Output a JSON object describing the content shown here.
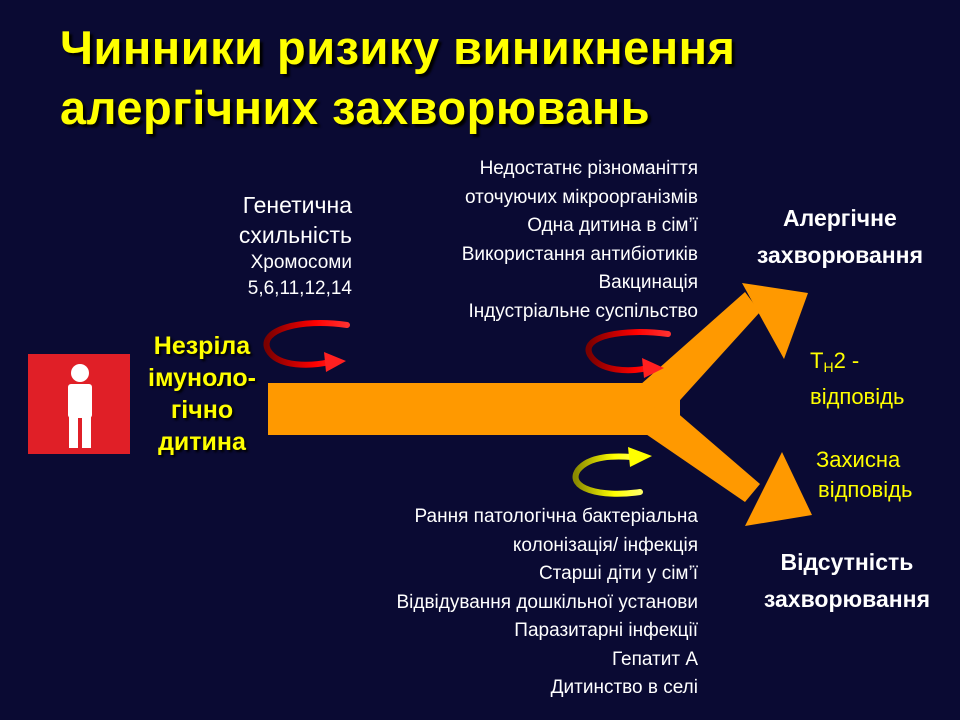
{
  "title": {
    "line1": "Чинники ризику виникнення",
    "line2": "алергічних захворювань"
  },
  "genetic": {
    "line1": "Генетична",
    "line2": "схильність",
    "line3": "Хромосоми",
    "line4": "5,6,11,12,14"
  },
  "child_label": [
    "Незріла",
    "імуноло-",
    "гічно",
    "дитина"
  ],
  "environment_top": [
    "Недостатнє різноманіття",
    "оточуючих мікроорганізмів",
    "Одна дитина в сім’ї",
    "Використання антибіотиків",
    "Вакцинація",
    "Індустріальне суспільство"
  ],
  "environment_bottom": [
    "Рання патологічна бактеріальна",
    "колонізація/ інфекція",
    "Старші діти у сім’ї",
    "Відвідування дошкільної установи",
    "Паразитарні інфекції",
    "Гепатит А",
    "Дитинство в селі"
  ],
  "outcome_allergy": [
    "Алергічне",
    "захворювання"
  ],
  "outcome_none": [
    "Відсутність",
    "захворювання"
  ],
  "response_th2": {
    "t": "T",
    "sub": "H",
    "rest": "2 -",
    "line2": "відповідь"
  },
  "response_protective": [
    "Захисна",
    "відповідь"
  ],
  "icons": {
    "child": "person-icon",
    "arrow_red": "curved-arrow-red-icon",
    "arrow_yellow": "curved-arrow-yellow-icon"
  },
  "colors": {
    "background": "#0a0a33",
    "title": "#ffff00",
    "arrow": "#ff9900",
    "child_box": "#e01f27",
    "text": "#ffffff"
  }
}
